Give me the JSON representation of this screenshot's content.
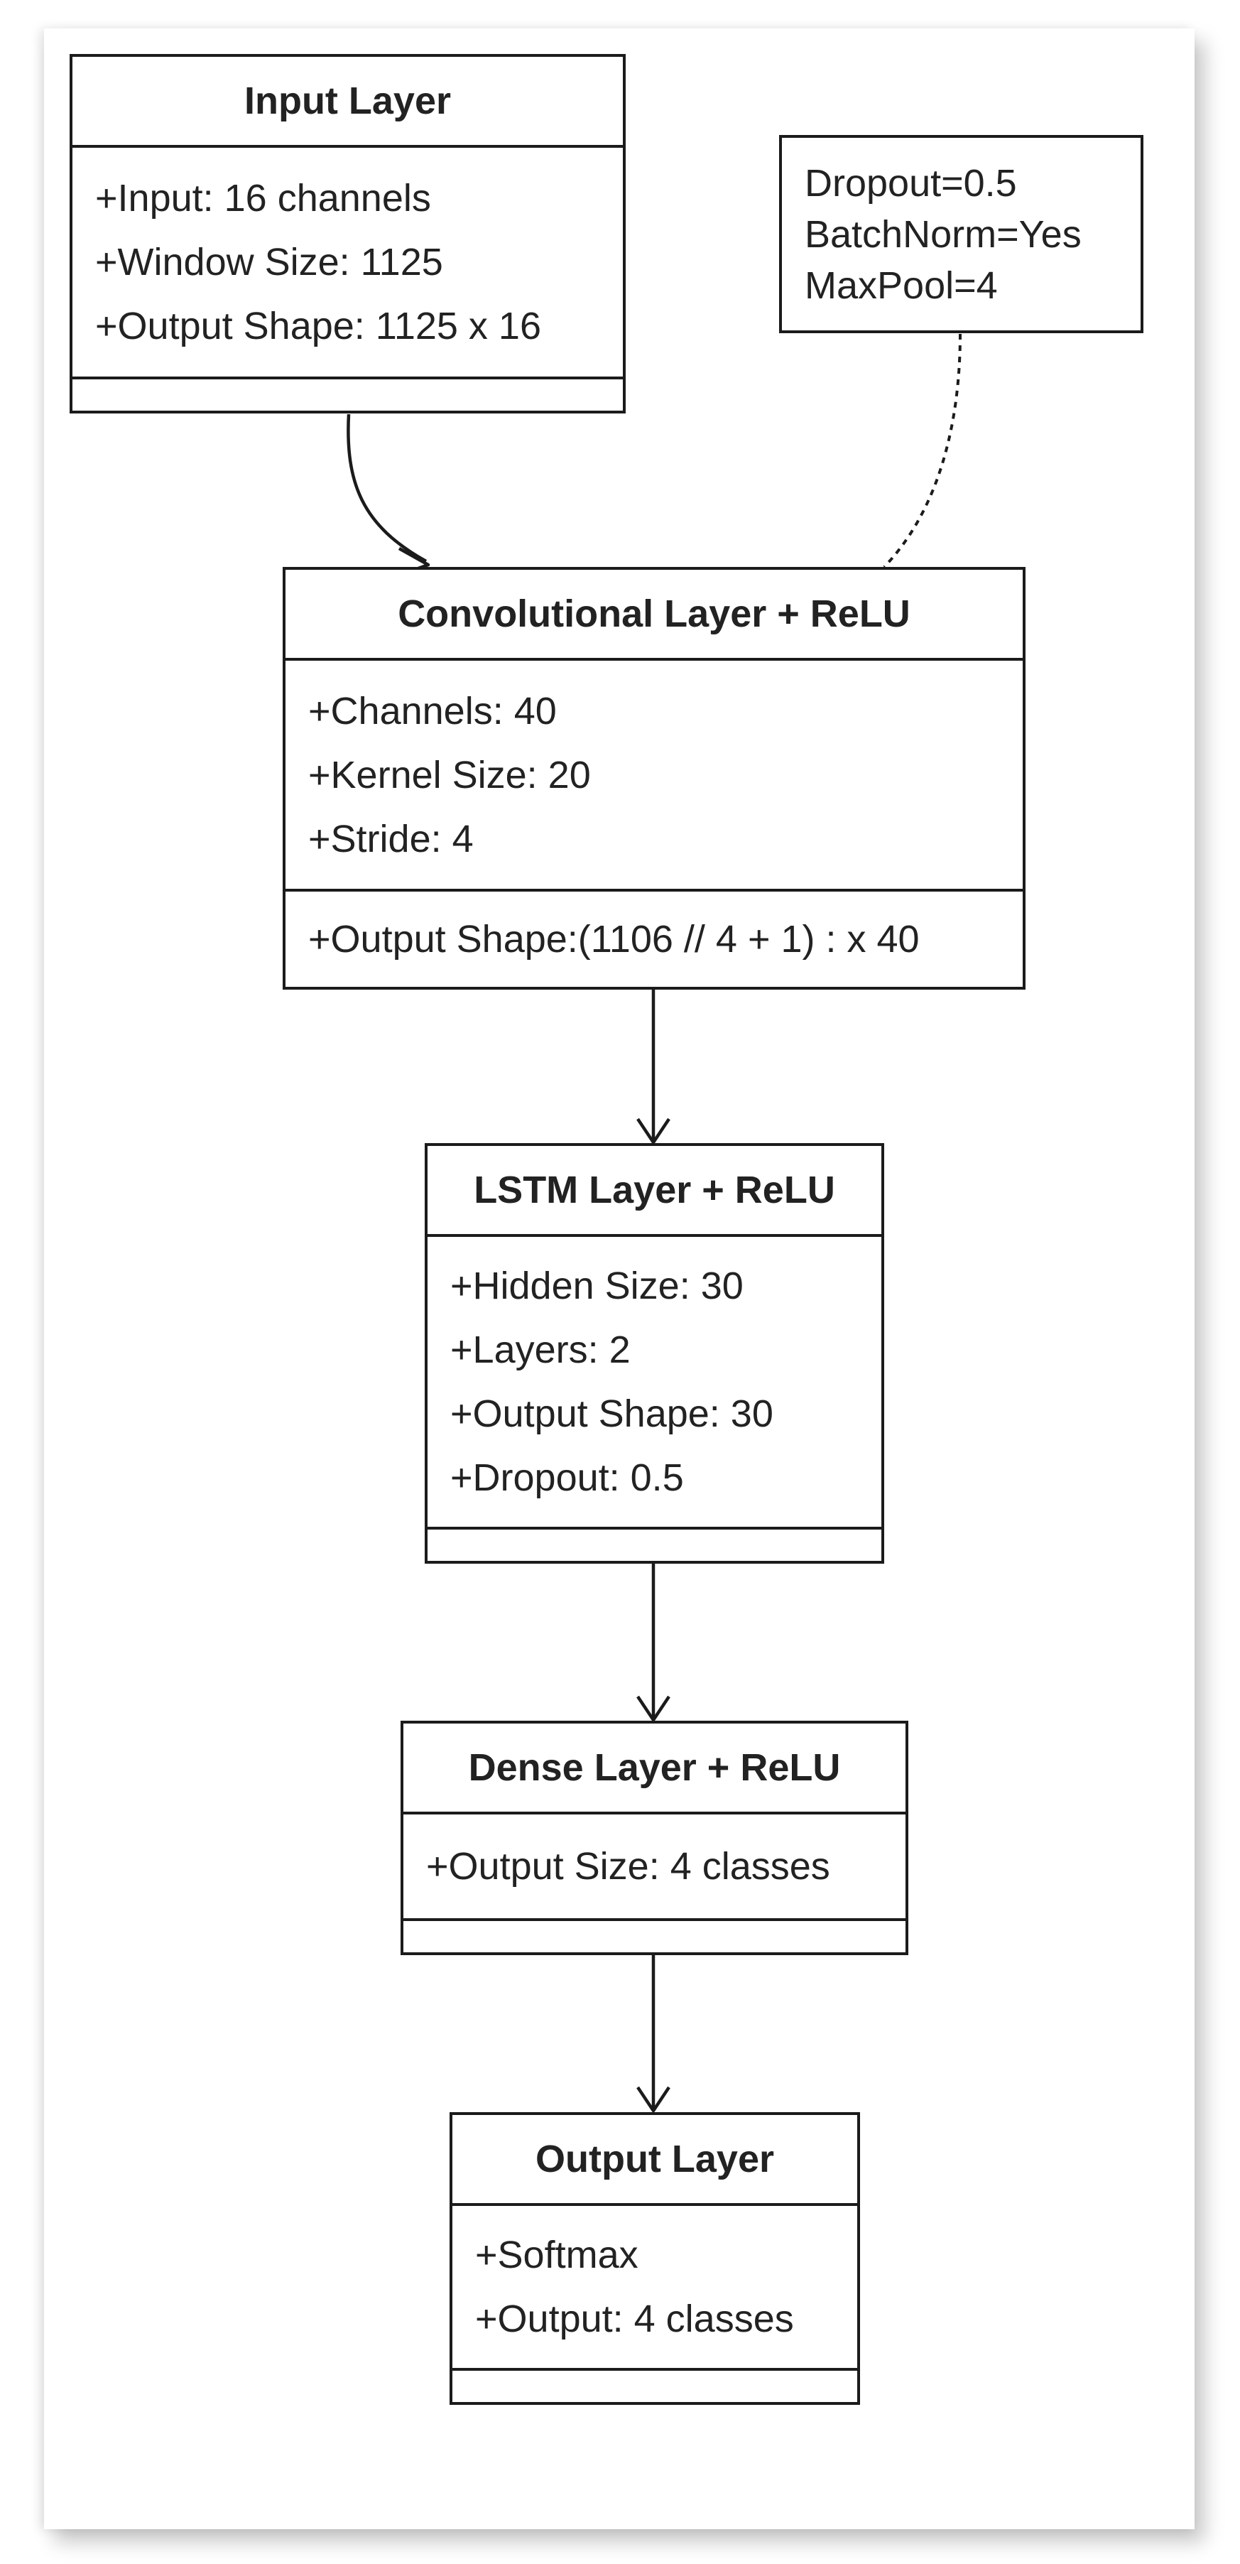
{
  "diagram": {
    "nodes": [
      {
        "id": "input",
        "title": "Input Layer",
        "attributes": [
          "+Input: 16 channels",
          "+Window Size: 1125",
          "+Output Shape: 1125 x 16"
        ],
        "operations": ""
      },
      {
        "id": "conv",
        "title": "Convolutional Layer + ReLU",
        "attributes": [
          "+Channels: 40",
          "+Kernel Size: 20",
          "+Stride: 4"
        ],
        "operations": "+Output Shape:(1106 // 4 + 1) : x 40"
      },
      {
        "id": "lstm",
        "title": "LSTM Layer + ReLU",
        "attributes": [
          "+Hidden Size: 30",
          "+Layers: 2",
          "+Output Shape: 30",
          "+Dropout: 0.5"
        ],
        "operations": ""
      },
      {
        "id": "dense",
        "title": "Dense Layer + ReLU",
        "attributes": [
          "+Output Size: 4 classes"
        ],
        "operations": ""
      },
      {
        "id": "output",
        "title": "Output Layer",
        "attributes": [
          "+Softmax",
          "+Output: 4 classes"
        ],
        "operations": ""
      }
    ],
    "note": {
      "lines": [
        "Dropout=0.5",
        "BatchNorm=Yes",
        "MaxPool=4"
      ],
      "attached_to": "conv"
    },
    "edges": [
      {
        "from": "input",
        "to": "conv",
        "style": "solid-arrow"
      },
      {
        "from": "conv",
        "to": "lstm",
        "style": "solid-arrow"
      },
      {
        "from": "lstm",
        "to": "dense",
        "style": "solid-arrow"
      },
      {
        "from": "dense",
        "to": "output",
        "style": "solid-arrow"
      },
      {
        "from": "note",
        "to": "conv",
        "style": "dotted"
      }
    ],
    "colors": {
      "line": "#1b1b1b",
      "text": "#222222",
      "background": "#ffffff"
    }
  }
}
